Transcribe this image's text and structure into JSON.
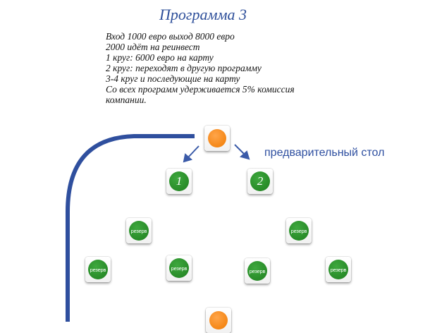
{
  "title": "Программа 3",
  "description": [
    "Вход 1000 евро выход 8000 евро",
    "2000 идёт на реинвест",
    "1 круг: 6000 евро на карту",
    "2 круг: переходят в другую программу",
    "3-4 круг и последующие на карту",
    "Со всех программ удерживается 5% комиссия",
    "компании."
  ],
  "side_label": "предварительный стол",
  "nodes": {
    "n1": "1",
    "n2": "2",
    "reserve": "резерв"
  },
  "colors": {
    "accent": "#2e4f9a",
    "orange": "#f07a00",
    "green": "#1f7f1f"
  }
}
